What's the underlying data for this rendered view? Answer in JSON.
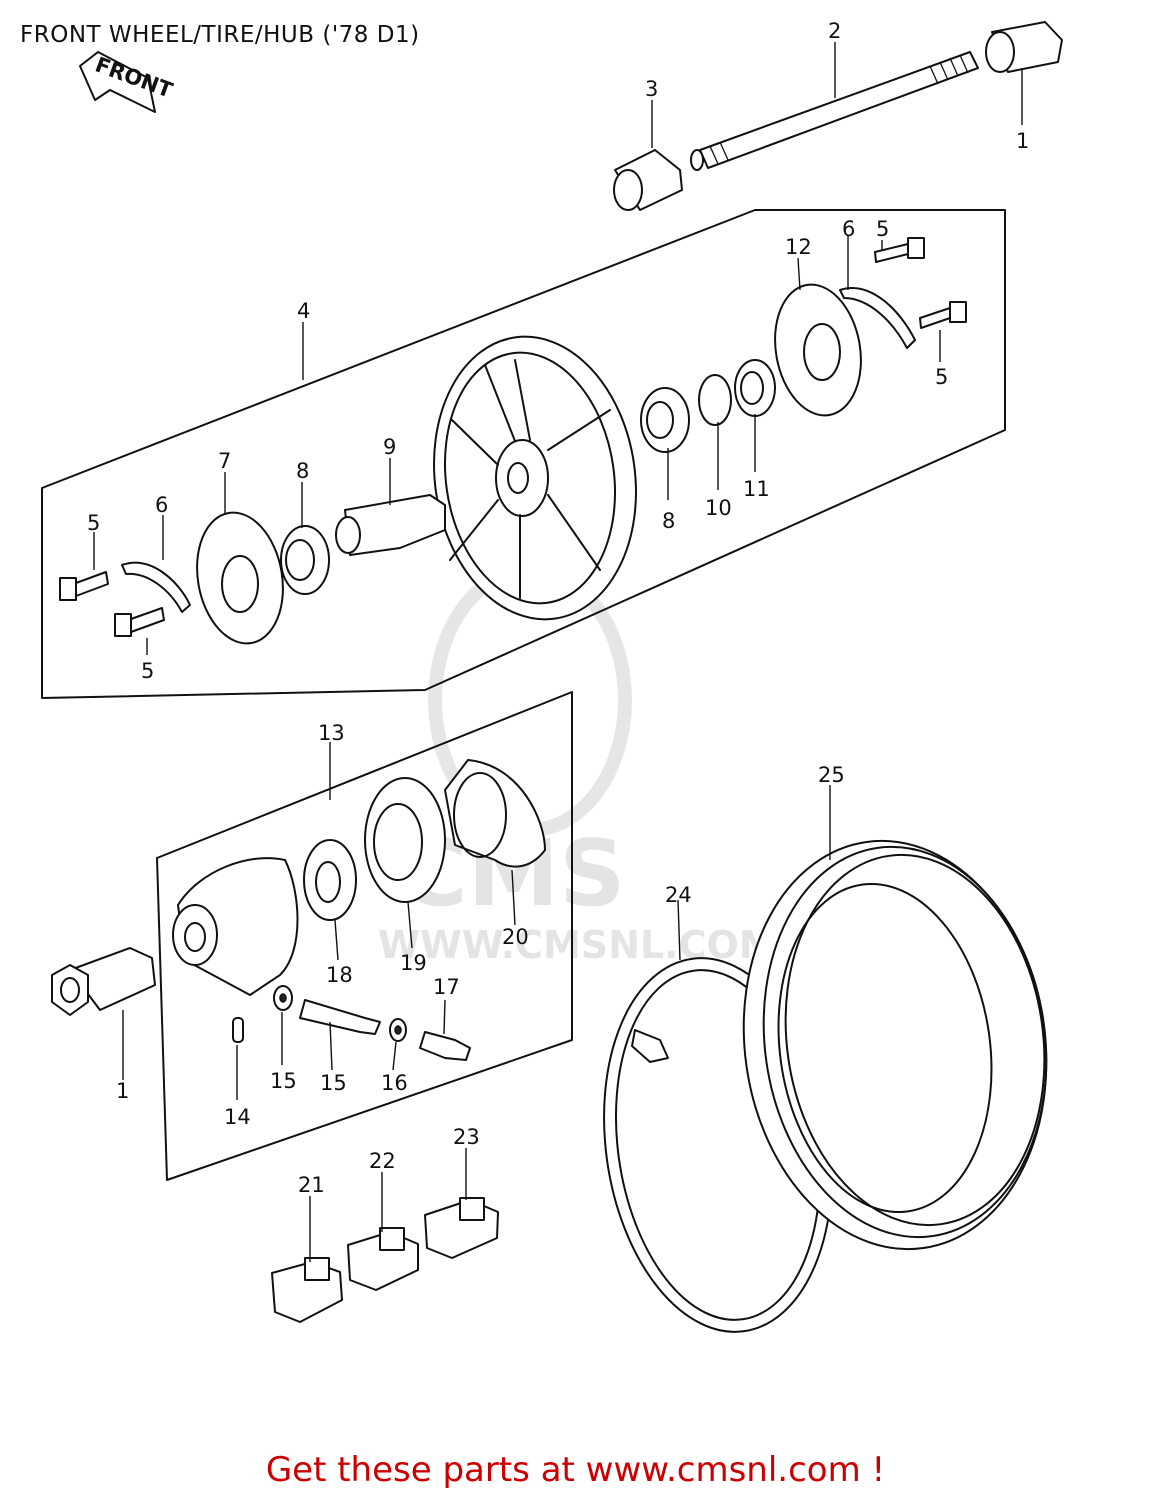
{
  "title": "FRONT WHEEL/TIRE/HUB ('78 D1)",
  "front_arrow_label": "FRONT",
  "watermark": {
    "brand": "CMS",
    "url": "WWW.CMSNL.COM"
  },
  "footer": {
    "text": "Get these parts at www.cmsnl.com !",
    "color": "#cc0000"
  },
  "callouts": [
    {
      "id": "c1a",
      "label": "1"
    },
    {
      "id": "c2",
      "label": "2"
    },
    {
      "id": "c3",
      "label": "3"
    },
    {
      "id": "c4",
      "label": "4"
    },
    {
      "id": "c5a",
      "label": "5"
    },
    {
      "id": "c5b",
      "label": "5"
    },
    {
      "id": "c5c",
      "label": "5"
    },
    {
      "id": "c5d",
      "label": "5"
    },
    {
      "id": "c6a",
      "label": "6"
    },
    {
      "id": "c6b",
      "label": "6"
    },
    {
      "id": "c7",
      "label": "7"
    },
    {
      "id": "c8a",
      "label": "8"
    },
    {
      "id": "c8b",
      "label": "8"
    },
    {
      "id": "c9",
      "label": "9"
    },
    {
      "id": "c10",
      "label": "10"
    },
    {
      "id": "c11",
      "label": "11"
    },
    {
      "id": "c12",
      "label": "12"
    },
    {
      "id": "c13",
      "label": "13"
    },
    {
      "id": "c1b",
      "label": "1"
    },
    {
      "id": "c14",
      "label": "14"
    },
    {
      "id": "c15a",
      "label": "15"
    },
    {
      "id": "c15b",
      "label": "15"
    },
    {
      "id": "c16",
      "label": "16"
    },
    {
      "id": "c17",
      "label": "17"
    },
    {
      "id": "c18",
      "label": "18"
    },
    {
      "id": "c19",
      "label": "19"
    },
    {
      "id": "c20",
      "label": "20"
    },
    {
      "id": "c21",
      "label": "21"
    },
    {
      "id": "c22",
      "label": "22"
    },
    {
      "id": "c23",
      "label": "23"
    },
    {
      "id": "c24",
      "label": "24"
    },
    {
      "id": "c25",
      "label": "25"
    }
  ]
}
